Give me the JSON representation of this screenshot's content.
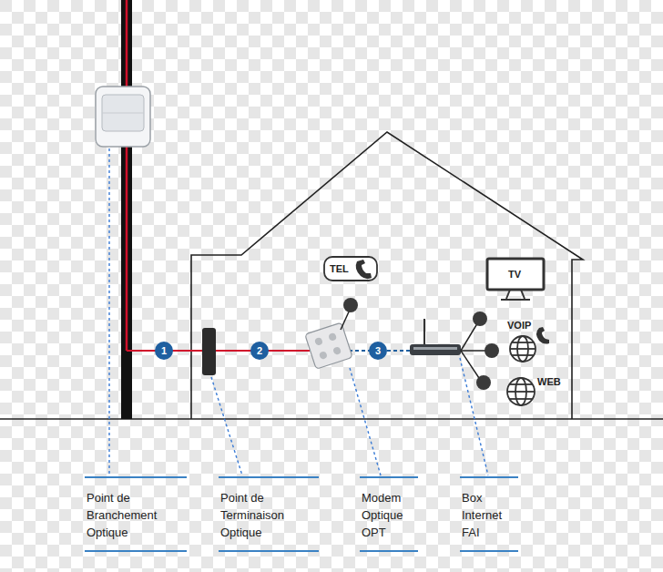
{
  "diagram": {
    "nodes": [
      {
        "text": [
          "Point de Branchement Optique"
        ]
      },
      {
        "text": [
          "Point de Terminaison Optique"
        ]
      },
      {
        "text": [
          "Modem Optique OPT"
        ]
      },
      {
        "text": [
          "Box Internet FAI"
        ]
      },
      {
        "text": [
          "TEL"
        ]
      },
      {
        "text": [
          "TV"
        ]
      },
      {
        "text": [
          "VOIP"
        ]
      },
      {
        "text": [
          "WEB"
        ]
      }
    ],
    "labels": [
      "1",
      "2",
      "3"
    ]
  }
}
